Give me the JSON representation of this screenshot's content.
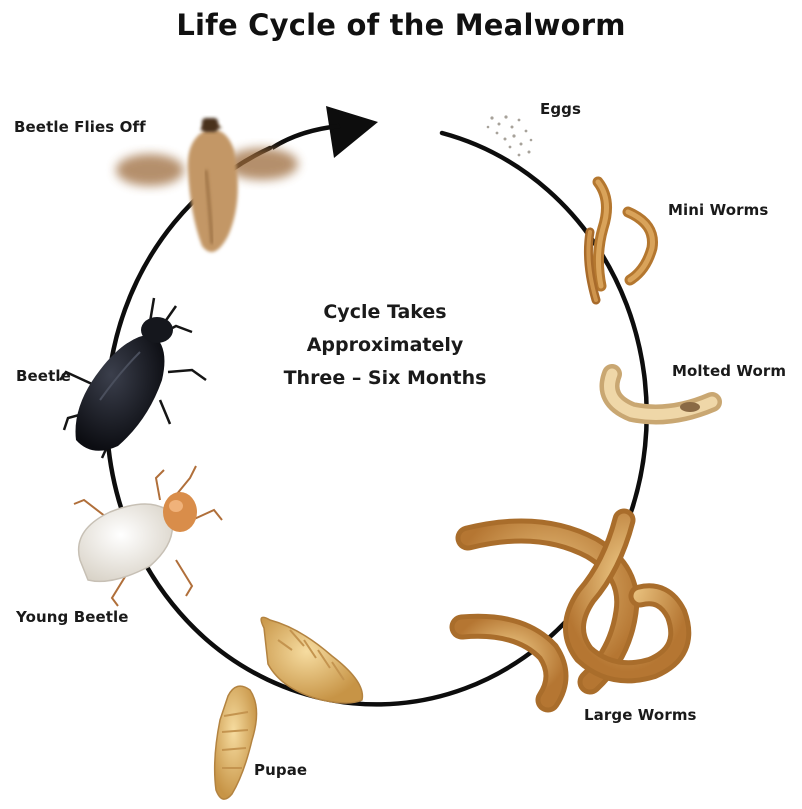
{
  "title": "Life Cycle of the Mealworm",
  "center_text": {
    "line1": "Cycle Takes",
    "line2": "Approximately",
    "line3": "Three – Six Months"
  },
  "stages": {
    "eggs": "Eggs",
    "mini_worms": "Mini Worms",
    "molted_worm": "Molted Worm",
    "large_worms": "Large Worms",
    "pupae": "Pupae",
    "young_beetle": "Young Beetle",
    "beetle": "Beetle",
    "beetle_flies_off": "Beetle Flies Off"
  },
  "colors": {
    "cycle_line": "#0d0d0d",
    "worm_light": "#e7b56a",
    "worm_dark": "#b77a33",
    "pupa": "#e7c27e",
    "young_beetle_body": "#efeae2",
    "young_beetle_head": "#d98d4a",
    "beetle_body": "#181a21",
    "flying_beetle": "#b88552"
  }
}
